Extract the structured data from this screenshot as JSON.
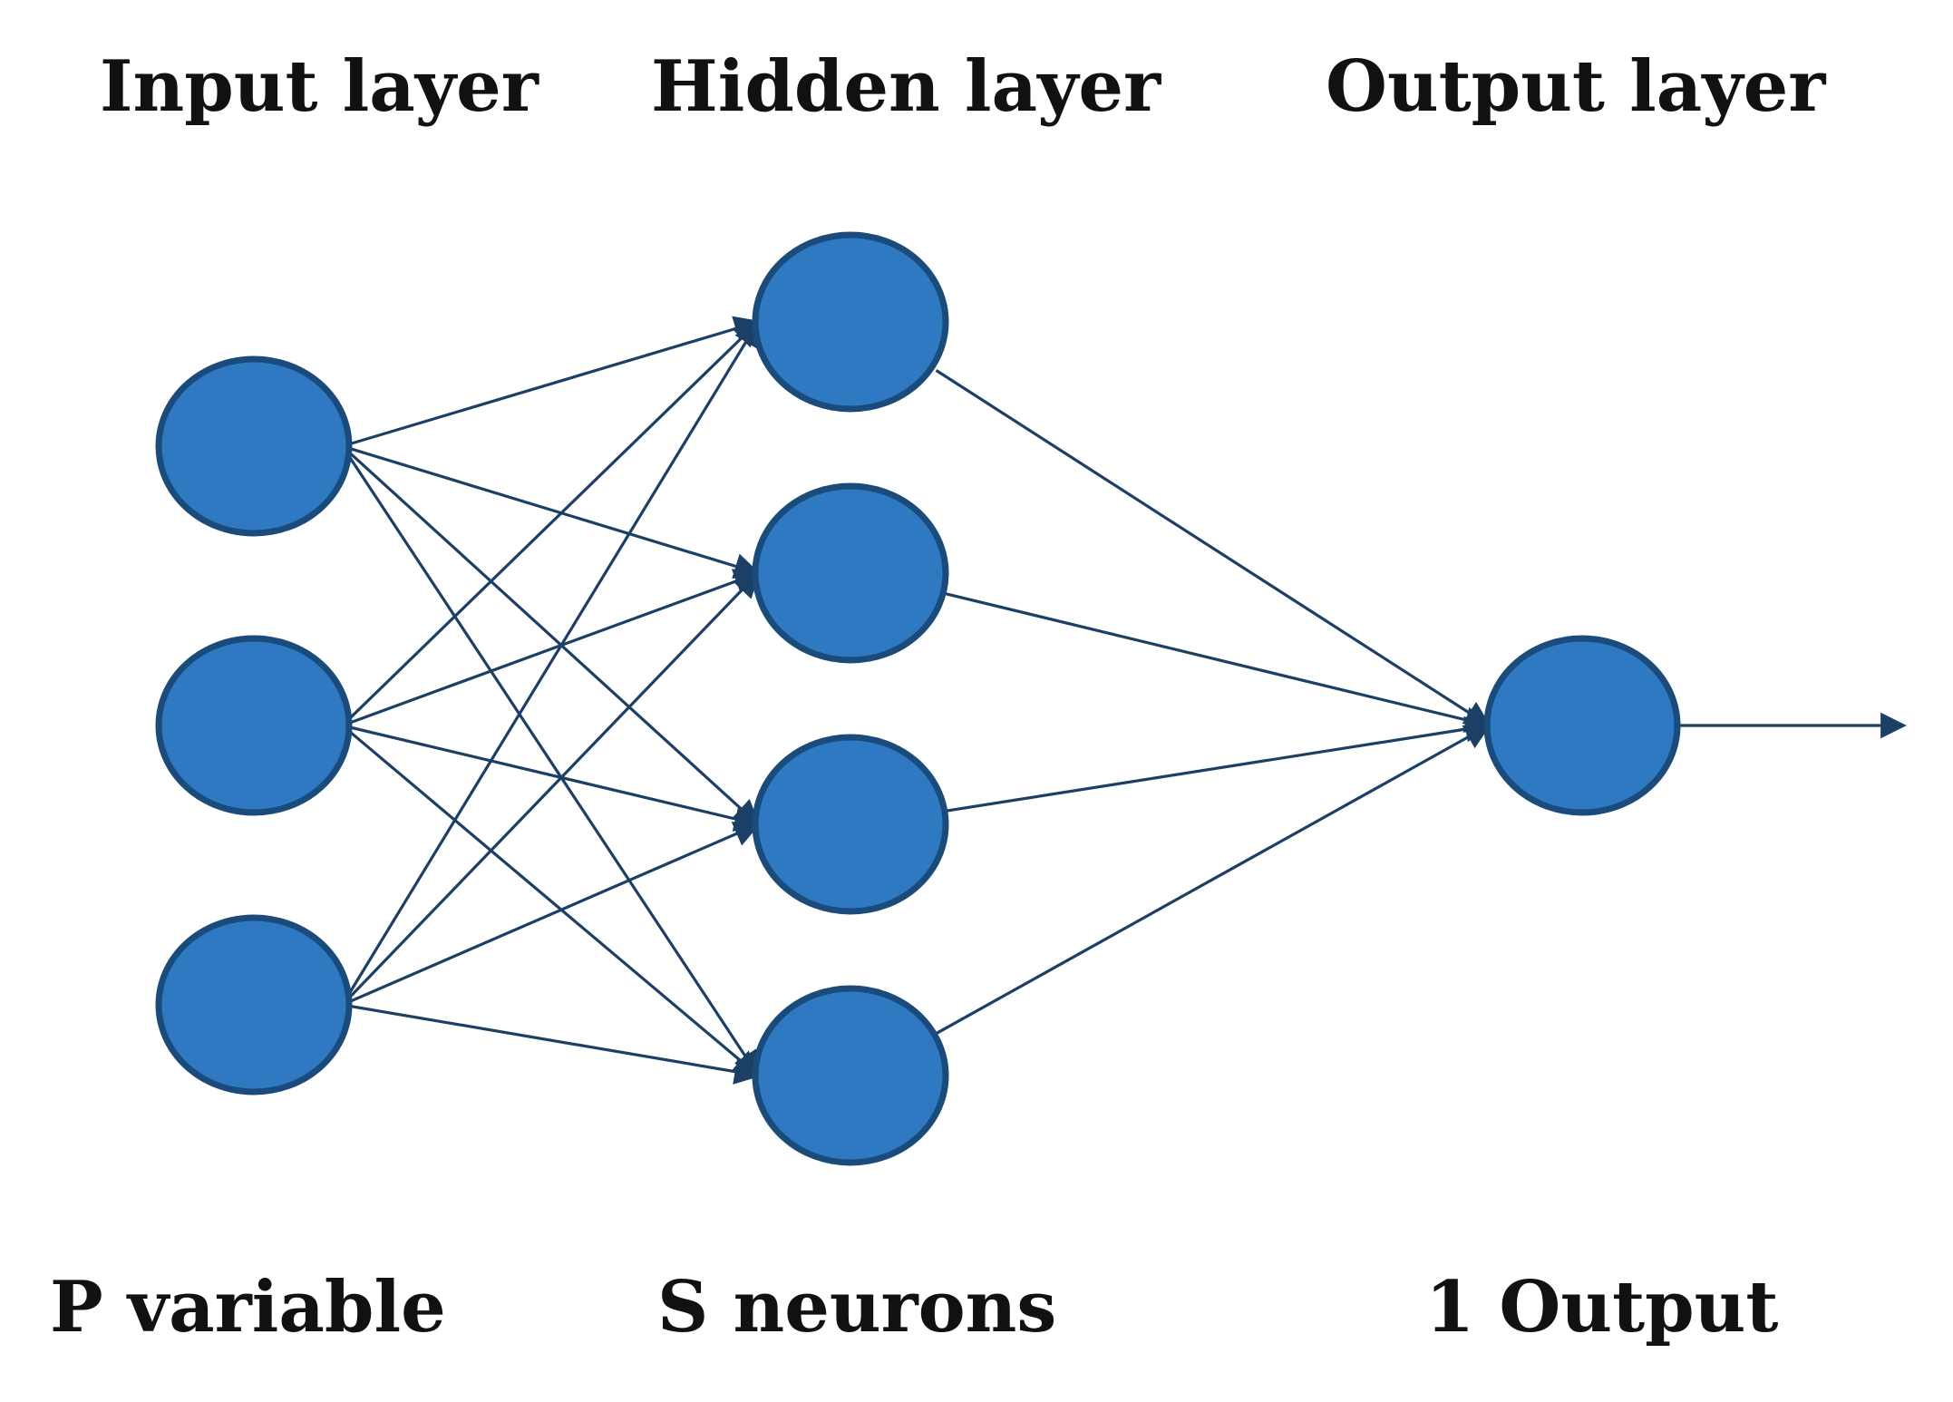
{
  "diagram": {
    "type": "neural-network",
    "header_labels": {
      "input": "Input layer",
      "hidden": "Hidden layer",
      "output": "Output layer"
    },
    "footer_labels": {
      "input": "P  variable",
      "hidden": "S  neurons",
      "output": "1 Output"
    },
    "layers": {
      "input_count": 3,
      "hidden_count": 4,
      "output_count": 1
    },
    "colors": {
      "node_fill": "#2f79c2",
      "node_stroke": "#1b4b7a",
      "edge": "#1c3f66",
      "text": "#111111"
    }
  }
}
